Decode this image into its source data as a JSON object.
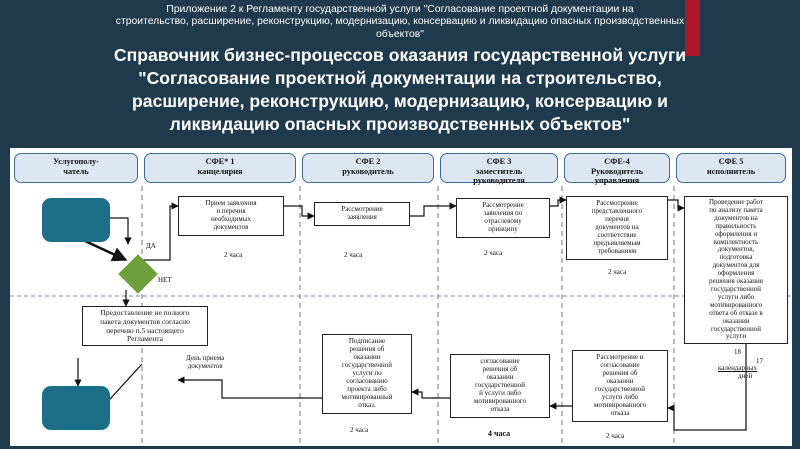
{
  "appendix": {
    "line1": "Приложение 2             к Регламенту государственной    услуги \"Согласование проектной     документации на",
    "line2": "строительство,     расширение, реконструкцию, модернизацию, консервацию и ликвидацию опасных    производственных",
    "line3": "объектов\""
  },
  "title": {
    "line1": "Справочник бизнес-процессов оказания государственной услуги",
    "line2": "\"Согласование проектной документации на строительство,",
    "line3": "расширение, реконструкцию, модернизацию, консервацию и",
    "line4": "ликвидацию опасных производственных объектов\""
  },
  "colors": {
    "background": "#1f3a4c",
    "accent": "#b0162a",
    "lane_header_fill": "#dce7f3",
    "terminal": "#1c6f89",
    "decision": "#6e9f3a"
  },
  "lanes": [
    {
      "line1": "Услугополу-",
      "line2": "чатель"
    },
    {
      "line1": "СФЕ* 1",
      "line2": "канцелярия"
    },
    {
      "line1": "СФЕ 2",
      "line2": "руководитель"
    },
    {
      "line1": "СФЕ 3",
      "line2": "заместитель",
      "line3": "руководителя"
    },
    {
      "line1": "СФЕ-4",
      "line2": "Руководитель",
      "line3": "управления"
    },
    {
      "line1": "СФЕ 5",
      "line2": "исполнитель"
    }
  ],
  "steps": {
    "accept": [
      "Прием заявления",
      "и    перечня",
      "необходимых",
      "документов"
    ],
    "review_head": [
      "Рассмотрение",
      "заявления"
    ],
    "review_deputy": [
      "Рассмотрение",
      "заявления по",
      "отраслевому",
      "принципу"
    ],
    "review_manager": [
      "Рассмотрение",
      "представленного",
      "перечня",
      "документов на",
      "соответствие",
      "предъявляемым",
      "требованиям"
    ],
    "executor": [
      "Проведение работ",
      "по анализу пакета",
      "документов на",
      "правильность",
      "оформления и",
      "комплектность",
      "документов,",
      "подготовка",
      "документов  для",
      "оформления",
      "решения оказания",
      "государственной",
      "услуги либо",
      "мотивированного",
      "ответа об  отказе в",
      "оказании",
      "государственной",
      "услуги"
    ],
    "incomplete": [
      "Предоставление не полного",
      "пакета документов согласно",
      "перечню  п.5 настоящего",
      "Регламента"
    ],
    "sign": [
      "Подписание",
      "решения об",
      "оказании",
      "государственной",
      "услуги по",
      "согласованию",
      "проекта либо",
      "мотивированный",
      "отказ."
    ],
    "approve_deputy": [
      "согласование",
      "решения об",
      "оказании",
      "государственной",
      "й услуги либо",
      "мотивированного",
      "отказа"
    ],
    "approve_manager": [
      "Рассмотрение и",
      "согласование",
      "решения об",
      "оказании",
      "государственной",
      "услуги либо",
      "мотивированного",
      "отказа"
    ]
  },
  "labels": {
    "yes": "ДА",
    "no": "НЕТ",
    "time_sfe1": "2 часа",
    "time_sfe2": "2 часа",
    "time_sfe3": "2 часа",
    "time_sfe4": "2 часа",
    "day_of_receipt_1": "День приема",
    "day_of_receipt_2": "документов",
    "time_sign": "2 часа",
    "time_approve": "4 часа",
    "time_approve_manager": "2 часа",
    "executor_days_number": "18",
    "executor_days_number_2": "17",
    "executor_days_text": "календарных",
    "executor_days_text_2": "дней"
  }
}
